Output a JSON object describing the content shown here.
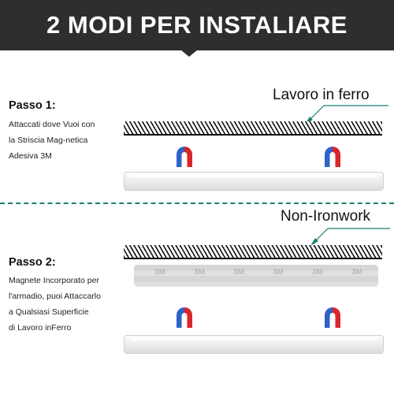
{
  "banner": {
    "title": "2 MODI PER INSTALIARE"
  },
  "step1": {
    "title": "Passo 1:",
    "lines": [
      "Attaccati dove Vuoi con",
      "la Striscia Mag-netica",
      "Adesiva 3M"
    ],
    "surface_label": "Lavoro in ferro"
  },
  "step2": {
    "title": "Passo 2:",
    "lines": [
      "Magnete Incorporato per",
      "l'armadio, puoi Attaccarlo",
      "a Qualsiasi Superficie",
      "di Lavoro inFerro"
    ],
    "surface_label": "Non-Ironwork",
    "tape_mark": "3M"
  },
  "colors": {
    "banner": "#2e2e2e",
    "divider": "#1b7f6f",
    "magnet_north": "#d8262b",
    "magnet_south": "#2f62c9",
    "pointer": "#1b7f6f"
  },
  "icons": [
    "horseshoe-magnet-icon",
    "pointer-arrow-icon",
    "led-light-bar",
    "hatched-surface"
  ]
}
